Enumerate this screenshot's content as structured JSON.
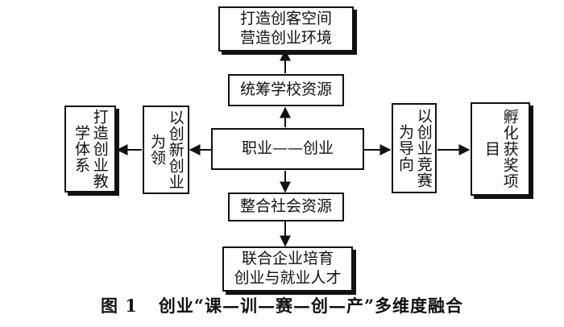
{
  "nodes": {
    "top": {
      "text": "打造创客空间\n营造创业环境"
    },
    "coordinate": {
      "text": "统筹学校资源"
    },
    "center": {
      "text": "职业——创业"
    },
    "left_system": {
      "text": "打造创业教学体系"
    },
    "left_lead": {
      "text": "以创新创业为领"
    },
    "right_compete": {
      "text": "以创业竞赛为导向"
    },
    "right_project": {
      "text": "孵化获奖项目"
    },
    "integrate": {
      "text": "整合社会资源"
    },
    "bottom": {
      "text": "联合企业培育\n创业与就业人才"
    }
  },
  "caption": {
    "number": "图 1",
    "title": "创业“课—训—赛—创—产”多维度融合"
  }
}
